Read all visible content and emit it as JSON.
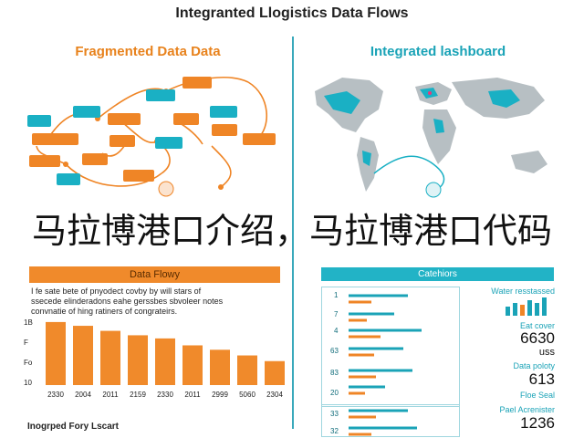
{
  "header": {
    "title": "Integranted Llogistics Data Flows"
  },
  "left_panel": {
    "title": "Fragmented Data Data",
    "nodes": [
      "",
      "",
      "",
      "",
      "",
      "",
      "",
      "",
      "",
      "",
      "",
      "",
      "",
      "",
      "",
      "",
      ""
    ]
  },
  "right_panel": {
    "title": "Integrated lashboard"
  },
  "overlay_caption": "马拉博港口介绍，马拉博港口代码",
  "bottom_left": {
    "banner": "Data Flowy",
    "description": [
      "I fe sate bete of pnyodect covby by will stars of",
      "ssecede elinderadons eahe gerssbes sbvoleer notes",
      "convnatie of hing ratiners of congrateirs."
    ],
    "footer": "Inogrped Fory Lscart",
    "y_ticks": [
      "1B",
      "F",
      "Fo",
      "10"
    ]
  },
  "bottom_right": {
    "banner": "Catehiors",
    "row_labels": [
      "1",
      "7",
      "4",
      "63",
      "83",
      "20",
      "33",
      "32"
    ],
    "stats": [
      {
        "label": "Water resstassed",
        "value": "",
        "unit": ""
      },
      {
        "label": "Eat cover",
        "value": "6630",
        "unit": "uss"
      },
      {
        "label": "Data poloty",
        "value": "613",
        "unit": ""
      },
      {
        "label": "Floe Seal",
        "value": "",
        "unit": ""
      },
      {
        "label": "Pael Acrenister",
        "value": "1236",
        "unit": ""
      }
    ]
  },
  "chart_data": {
    "type": "bar",
    "categories": [
      "2330",
      "2004",
      "2011",
      "2159",
      "2330",
      "2011",
      "2999",
      "5060",
      "2304"
    ],
    "values": [
      100,
      94,
      86,
      79,
      74,
      63,
      56,
      47,
      38
    ],
    "ylim": [
      0,
      110
    ],
    "grid": false,
    "colors": {
      "bar": "#f08a2b",
      "axis": "#888888"
    }
  },
  "colors": {
    "accent_orange": "#ef8526",
    "accent_teal": "#1ab0c4"
  }
}
